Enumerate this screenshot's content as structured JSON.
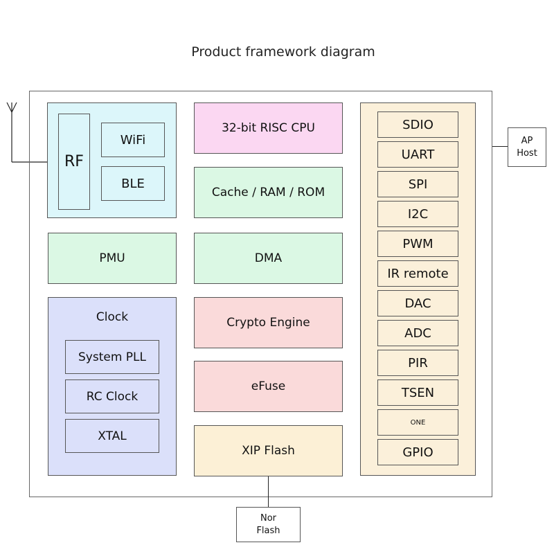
{
  "title": "Product framework diagram",
  "rf_group": {
    "rf": "RF",
    "wifi": "WiFi",
    "ble": "BLE"
  },
  "center_blocks": {
    "cpu": "32-bit RISC CPU",
    "memory": "Cache / RAM / ROM",
    "dma": "DMA",
    "crypto": "Crypto Engine",
    "efuse": "eFuse",
    "xip_flash": "XIP Flash"
  },
  "pmu": "PMU",
  "clock_group": {
    "label": "Clock",
    "items": [
      "System PLL",
      "RC Clock",
      "XTAL"
    ]
  },
  "peripherals": [
    "SDIO",
    "UART",
    "SPI",
    "I2C",
    "PWM",
    "IR remote",
    "DAC",
    "ADC",
    "PIR",
    "TSEN",
    "ONE",
    "GPIO"
  ],
  "external": {
    "ap_host": [
      "AP",
      "Host"
    ],
    "nor_flash": [
      "Nor",
      "Flash"
    ]
  },
  "colors": {
    "rf": "#dcf6fa",
    "cpu": "#fbd7f2",
    "memory": "#dbf8e4",
    "clock": "#dbe0fa",
    "security": "#fadada",
    "peripheral": "#fcf0d6"
  }
}
